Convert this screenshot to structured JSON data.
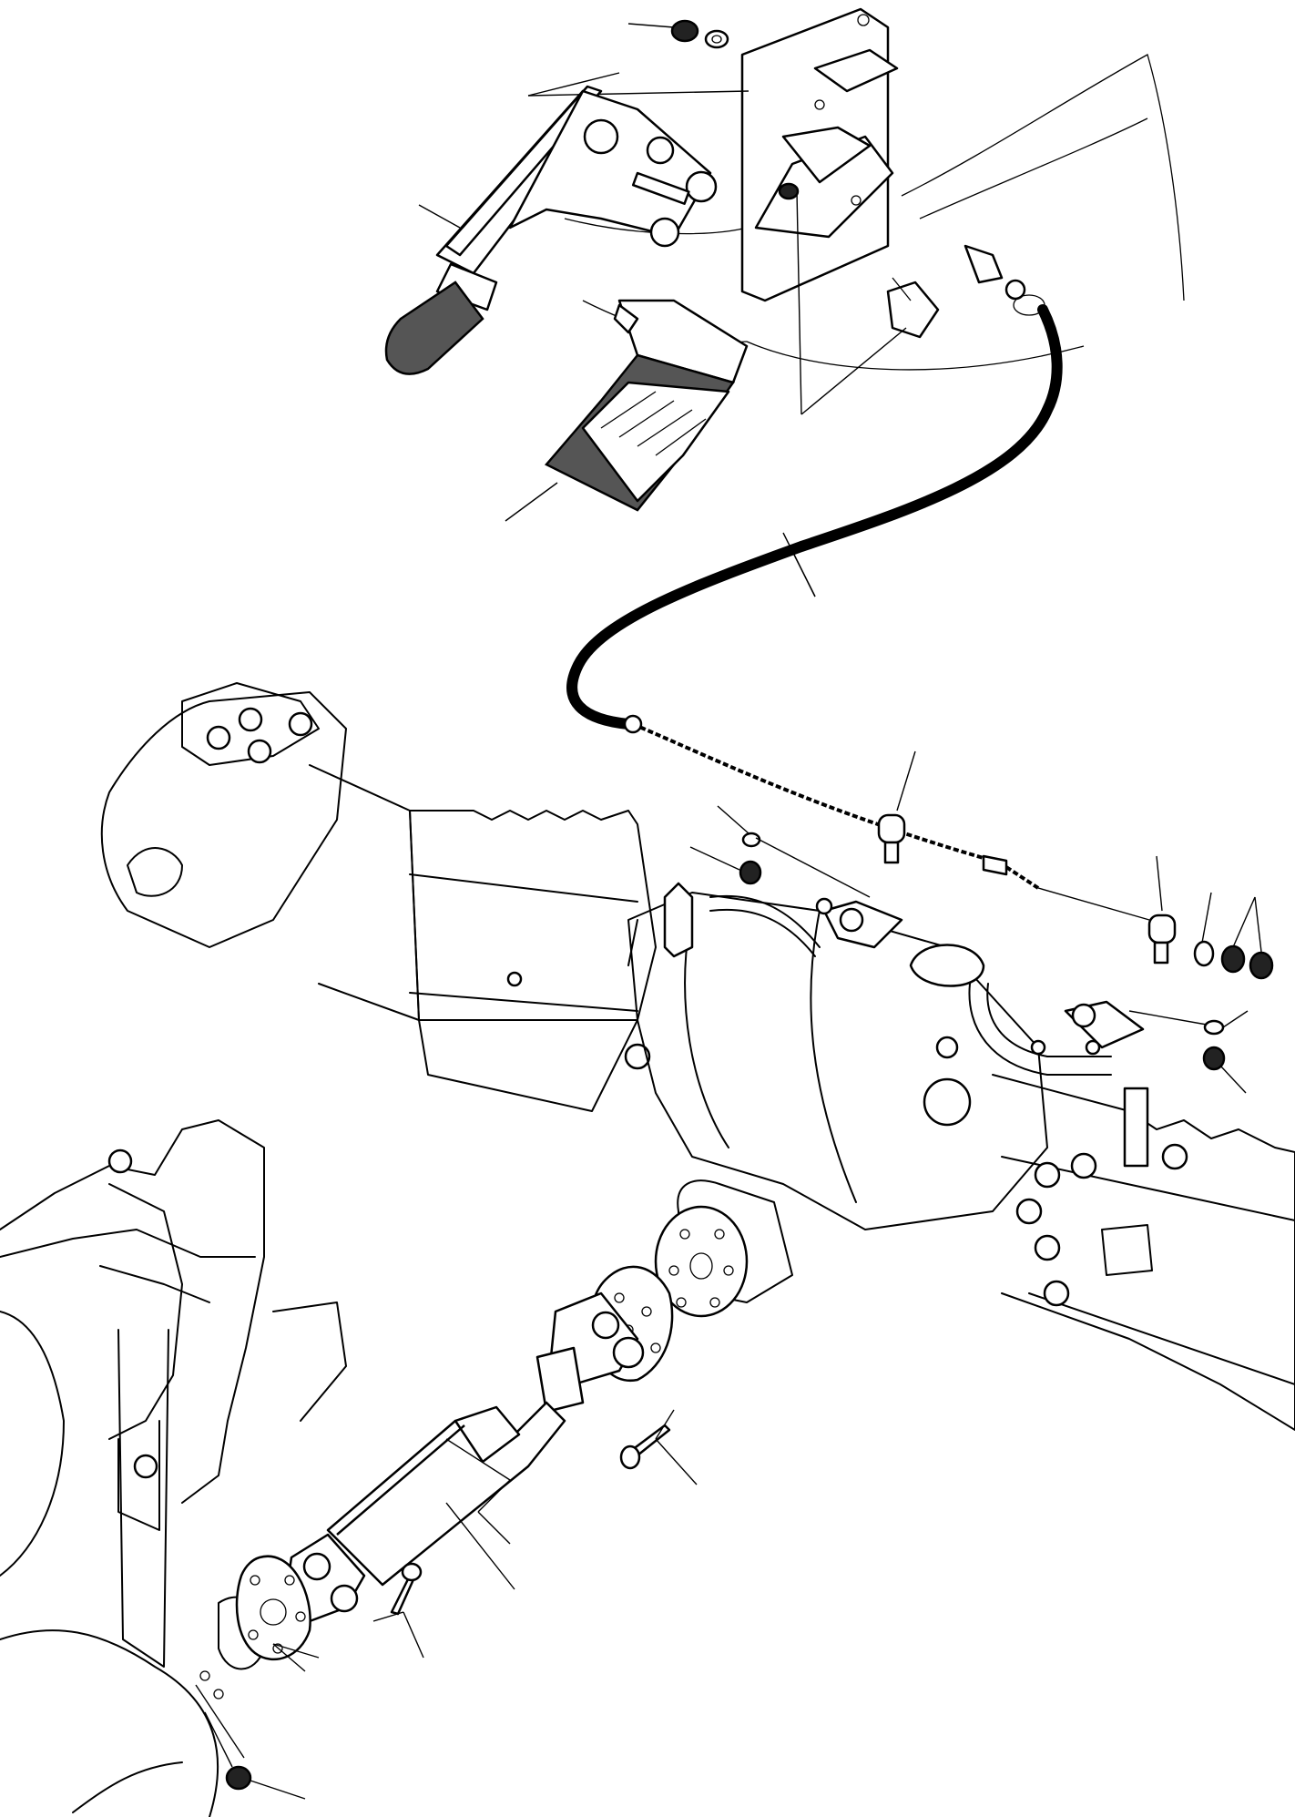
{
  "diagram": {
    "kind": "exploded-parts-view",
    "colors": {
      "line": "#000000",
      "background": "#ffffff",
      "shade": "#555555"
    },
    "parts": [
      {
        "id": "hand-brake-lever"
      },
      {
        "id": "lever-mounting-bracket"
      },
      {
        "id": "accelerator-pedal"
      },
      {
        "id": "brake-switch"
      },
      {
        "id": "brake-cable"
      },
      {
        "id": "cable-clamp-upper"
      },
      {
        "id": "cable-clamp-lower"
      },
      {
        "id": "rear-axle-housing"
      },
      {
        "id": "transmission-housing"
      },
      {
        "id": "propeller-shaft"
      },
      {
        "id": "flange-bolt-upper"
      },
      {
        "id": "flange-bolt-lower"
      },
      {
        "id": "nut-bottom"
      },
      {
        "id": "nut-and-washer-set-right"
      },
      {
        "id": "nut-and-washer-set-left"
      }
    ]
  }
}
